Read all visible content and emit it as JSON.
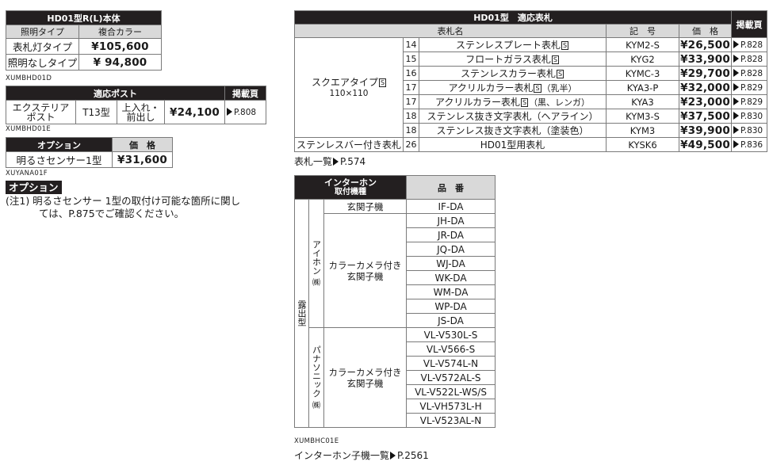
{
  "main_table": {
    "title": "HD01型R(L)本体",
    "headers": [
      "照明タイプ",
      "複合カラー"
    ],
    "rows": [
      {
        "type": "表札灯タイプ",
        "price": "¥105,600"
      },
      {
        "type": "照明なしタイプ",
        "price": "¥ 94,800"
      }
    ],
    "code": "XUMBHD01D"
  },
  "post_table": {
    "title": "適応ポスト",
    "ref_header": "掲載頁",
    "row": {
      "name_line1": "エクステリア",
      "name_line2": "ポスト",
      "model": "T13型",
      "type_line1": "上入れ・",
      "type_line2": "前出し",
      "price": "¥24,100",
      "ref": "P.808"
    },
    "code": "XUMBHD01E"
  },
  "option_table": {
    "headers": [
      "オプション",
      "価　格"
    ],
    "row": {
      "name": "明るさセンサー1型",
      "price": "¥31,600"
    },
    "code": "XUYANA01F"
  },
  "option_note": {
    "tag": "オプション",
    "line1": "(注1) 明るさセンサー 1型の取付け可能な箇所に関し",
    "line2": "ては、P.875でご確認ください。"
  },
  "nameplate_table": {
    "title": "HD01型　適応表札",
    "ref_header": "掲載頁",
    "headers": [
      "表札名",
      "記　号",
      "価　格"
    ],
    "square_label": "スクエアタイプ",
    "square_size": "110×110",
    "rows": [
      {
        "num": "14",
        "name": "ステンレスプレート表札",
        "s": "S",
        "suffix": "",
        "code": "KYM2-S",
        "price": "¥26,500",
        "ref": "P.828"
      },
      {
        "num": "15",
        "name": "フロートガラス表札",
        "s": "S",
        "suffix": "",
        "code": "KYG2",
        "price": "¥33,900",
        "ref": "P.828"
      },
      {
        "num": "16",
        "name": "ステンレスカラー表札",
        "s": "S",
        "suffix": "",
        "code": "KYMC-3",
        "price": "¥29,700",
        "ref": "P.828"
      },
      {
        "num": "17",
        "name": "アクリルカラー表札",
        "s": "S",
        "suffix": "（乳半）",
        "code": "KYA3-P",
        "price": "¥32,000",
        "ref": "P.829"
      },
      {
        "num": "17",
        "name": "アクリルカラー表札",
        "s": "S",
        "suffix": "（黒、レンガ）",
        "code": "KYA3",
        "price": "¥23,000",
        "ref": "P.829"
      },
      {
        "num": "18",
        "name": "ステンレス抜き文字表札（ヘアライン）",
        "s": "",
        "suffix": "",
        "code": "KYM3-S",
        "price": "¥37,500",
        "ref": "P.830"
      },
      {
        "num": "18",
        "name": "ステンレス抜き文字表札（塗装色）",
        "s": "",
        "suffix": "",
        "code": "KYM3",
        "price": "¥39,900",
        "ref": "P.830"
      }
    ],
    "bar_row": {
      "label": "ステンレスバー付き表札",
      "num": "26",
      "name": "HD01型用表札",
      "code": "KYSK6",
      "price": "¥49,500",
      "ref": "P.836"
    },
    "caption_text": "表札一覧",
    "caption_ref": "P.574"
  },
  "intercom_table": {
    "header_line1": "インターホン",
    "header_line2": "取付機種",
    "model_header": "品　番",
    "mount_type": "露出型",
    "aiphone": {
      "maker": "アイホン",
      "company": "㈱",
      "genkan_label": "玄関子機",
      "genkan_models": [
        "IF-DA"
      ],
      "color_label_line1": "カラーカメラ付き",
      "color_label_line2": "玄関子機",
      "color_models": [
        "JH-DA",
        "JR-DA",
        "JQ-DA",
        "WJ-DA",
        "WK-DA",
        "WM-DA",
        "WP-DA",
        "JS-DA"
      ]
    },
    "panasonic": {
      "maker": "パナソニック",
      "company": "㈱",
      "color_label_line1": "カラーカメラ付き",
      "color_label_line2": "玄関子機",
      "color_models": [
        "VL-V530L-S",
        "VL-V566-S",
        "VL-V574L-N",
        "VL-V572AL-S",
        "VL-V522L-WS/S",
        "VL-VH573L-H",
        "VL-V523AL-N"
      ]
    },
    "code": "XUMBHC01E",
    "caption_text": "インターホン子機一覧",
    "caption_ref": "P.2561"
  },
  "icons": {
    "arrow": "right-triangle-icon",
    "s_mark": "boxed-s-icon"
  }
}
